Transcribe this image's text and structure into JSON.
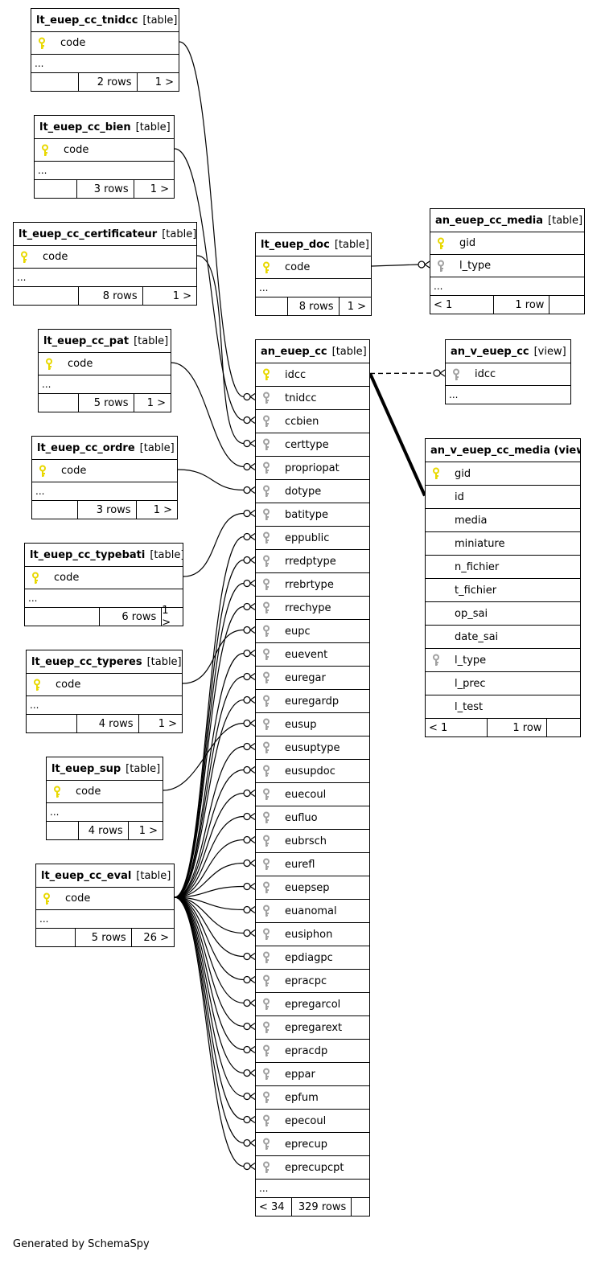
{
  "footer_text": "Generated by SchemaSpy",
  "colors": {
    "pk_key": "#e8d800",
    "fk_key": "#a0a0a0",
    "line": "#000000"
  },
  "tables": [
    {
      "id": "tnidcc",
      "name": "lt_euep_cc_tnidcc",
      "type": "[table]",
      "rows": [
        {
          "label": "code",
          "key": "pk"
        }
      ],
      "ellipsis": "...",
      "footer": [
        "",
        "2 rows",
        "1 >"
      ]
    },
    {
      "id": "bien",
      "name": "lt_euep_cc_bien",
      "type": "[table]",
      "rows": [
        {
          "label": "code",
          "key": "pk"
        }
      ],
      "ellipsis": "...",
      "footer": [
        "",
        "3 rows",
        "1 >"
      ]
    },
    {
      "id": "certif",
      "name": "lt_euep_cc_certificateur",
      "type": "[table]",
      "rows": [
        {
          "label": "code",
          "key": "pk"
        }
      ],
      "ellipsis": "...",
      "footer": [
        "",
        "8 rows",
        "1 >"
      ]
    },
    {
      "id": "pat",
      "name": "lt_euep_cc_pat",
      "type": "[table]",
      "rows": [
        {
          "label": "code",
          "key": "pk"
        }
      ],
      "ellipsis": "...",
      "footer": [
        "",
        "5 rows",
        "1 >"
      ]
    },
    {
      "id": "ordre",
      "name": "lt_euep_cc_ordre",
      "type": "[table]",
      "rows": [
        {
          "label": "code",
          "key": "pk"
        }
      ],
      "ellipsis": "...",
      "footer": [
        "",
        "3 rows",
        "1 >"
      ]
    },
    {
      "id": "typebati",
      "name": "lt_euep_cc_typebati",
      "type": "[table]",
      "rows": [
        {
          "label": "code",
          "key": "pk"
        }
      ],
      "ellipsis": "...",
      "footer": [
        "",
        "6 rows",
        "1 >"
      ]
    },
    {
      "id": "typeres",
      "name": "lt_euep_cc_typeres",
      "type": "[table]",
      "rows": [
        {
          "label": "code",
          "key": "pk"
        }
      ],
      "ellipsis": "...",
      "footer": [
        "",
        "4 rows",
        "1 >"
      ]
    },
    {
      "id": "sup",
      "name": "lt_euep_sup",
      "type": "[table]",
      "rows": [
        {
          "label": "code",
          "key": "pk"
        }
      ],
      "ellipsis": "...",
      "footer": [
        "",
        "4 rows",
        "1 >"
      ]
    },
    {
      "id": "eval",
      "name": "lt_euep_cc_eval",
      "type": "[table]",
      "rows": [
        {
          "label": "code",
          "key": "pk"
        }
      ],
      "ellipsis": "...",
      "footer": [
        "",
        "5 rows",
        "26 >"
      ]
    },
    {
      "id": "doc",
      "name": "lt_euep_doc",
      "type": "[table]",
      "rows": [
        {
          "label": "code",
          "key": "pk"
        }
      ],
      "ellipsis": "...",
      "footer": [
        "",
        "8 rows",
        "1 >"
      ]
    },
    {
      "id": "media",
      "name": "an_euep_cc_media",
      "type": "[table]",
      "rows": [
        {
          "label": "gid",
          "key": "pk"
        },
        {
          "label": "l_type",
          "key": "fk"
        }
      ],
      "ellipsis": "...",
      "footer": [
        "< 1",
        "1 row",
        ""
      ]
    },
    {
      "id": "main",
      "name": "an_euep_cc",
      "type": "[table]",
      "rows": [
        {
          "label": "idcc",
          "key": "pk"
        },
        {
          "label": "tnidcc",
          "key": "fk"
        },
        {
          "label": "ccbien",
          "key": "fk"
        },
        {
          "label": "certtype",
          "key": "fk"
        },
        {
          "label": "propriopat",
          "key": "fk"
        },
        {
          "label": "dotype",
          "key": "fk"
        },
        {
          "label": "batitype",
          "key": "fk"
        },
        {
          "label": "eppublic",
          "key": "fk"
        },
        {
          "label": "rredptype",
          "key": "fk"
        },
        {
          "label": "rrebrtype",
          "key": "fk"
        },
        {
          "label": "rrechype",
          "key": "fk"
        },
        {
          "label": "eupc",
          "key": "fk"
        },
        {
          "label": "euevent",
          "key": "fk"
        },
        {
          "label": "euregar",
          "key": "fk"
        },
        {
          "label": "euregardp",
          "key": "fk"
        },
        {
          "label": "eusup",
          "key": "fk"
        },
        {
          "label": "eusuptype",
          "key": "fk"
        },
        {
          "label": "eusupdoc",
          "key": "fk"
        },
        {
          "label": "euecoul",
          "key": "fk"
        },
        {
          "label": "eufluo",
          "key": "fk"
        },
        {
          "label": "eubrsch",
          "key": "fk"
        },
        {
          "label": "eurefl",
          "key": "fk"
        },
        {
          "label": "euepsep",
          "key": "fk"
        },
        {
          "label": "euanomal",
          "key": "fk"
        },
        {
          "label": "eusiphon",
          "key": "fk"
        },
        {
          "label": "epdiagpc",
          "key": "fk"
        },
        {
          "label": "epracpc",
          "key": "fk"
        },
        {
          "label": "epregarcol",
          "key": "fk"
        },
        {
          "label": "epregarext",
          "key": "fk"
        },
        {
          "label": "epracdp",
          "key": "fk"
        },
        {
          "label": "eppar",
          "key": "fk"
        },
        {
          "label": "epfum",
          "key": "fk"
        },
        {
          "label": "epecoul",
          "key": "fk"
        },
        {
          "label": "eprecup",
          "key": "fk"
        },
        {
          "label": "eprecupcpt",
          "key": "fk"
        }
      ],
      "ellipsis": "...",
      "footer": [
        "< 34",
        "329 rows",
        ""
      ]
    },
    {
      "id": "view",
      "name": "an_v_euep_cc",
      "type": "[view]",
      "rows": [
        {
          "label": "idcc",
          "key": "fk"
        }
      ],
      "ellipsis": "...",
      "footer": null
    },
    {
      "id": "vmedia",
      "name": "an_v_euep_cc_media (view)",
      "type": "",
      "rows": [
        {
          "label": "gid",
          "key": "pk"
        },
        {
          "label": "id",
          "key": ""
        },
        {
          "label": "media",
          "key": ""
        },
        {
          "label": "miniature",
          "key": ""
        },
        {
          "label": "n_fichier",
          "key": ""
        },
        {
          "label": "t_fichier",
          "key": ""
        },
        {
          "label": "op_sai",
          "key": ""
        },
        {
          "label": "date_sai",
          "key": ""
        },
        {
          "label": "l_type",
          "key": "fk"
        },
        {
          "label": "l_prec",
          "key": ""
        },
        {
          "label": "l_test",
          "key": ""
        }
      ],
      "ellipsis": null,
      "footer": [
        "< 1",
        "1 row",
        ""
      ]
    }
  ]
}
